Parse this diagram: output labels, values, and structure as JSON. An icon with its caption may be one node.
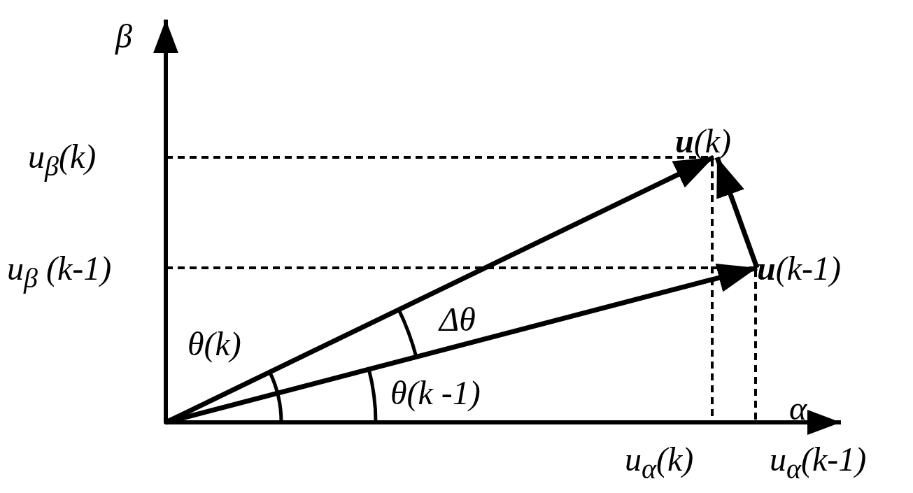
{
  "diagram": {
    "nodes": [
      {
        "text": [],
        "shape": "point"
      },
      {
        "text": [
          "**u**(k)"
        ]
      },
      {
        "text": [
          "**u**(k-1)"
        ]
      }
    ],
    "edges": [
      {
        "from": 0,
        "to": 1,
        "arrow": "to"
      },
      {
        "from": 0,
        "to": 2,
        "arrow": "to"
      },
      {
        "from": 2,
        "to": 1,
        "arrow": "to"
      }
    ],
    "labels": [
      "β",
      "u$_{β}$(k)",
      "u$_{β}$ (k-1)",
      "θ(k)",
      "Δθ",
      "θ(k -1)",
      "α",
      "u$_{α}$(k)",
      "u$_{α}$(k-1)"
    ]
  }
}
